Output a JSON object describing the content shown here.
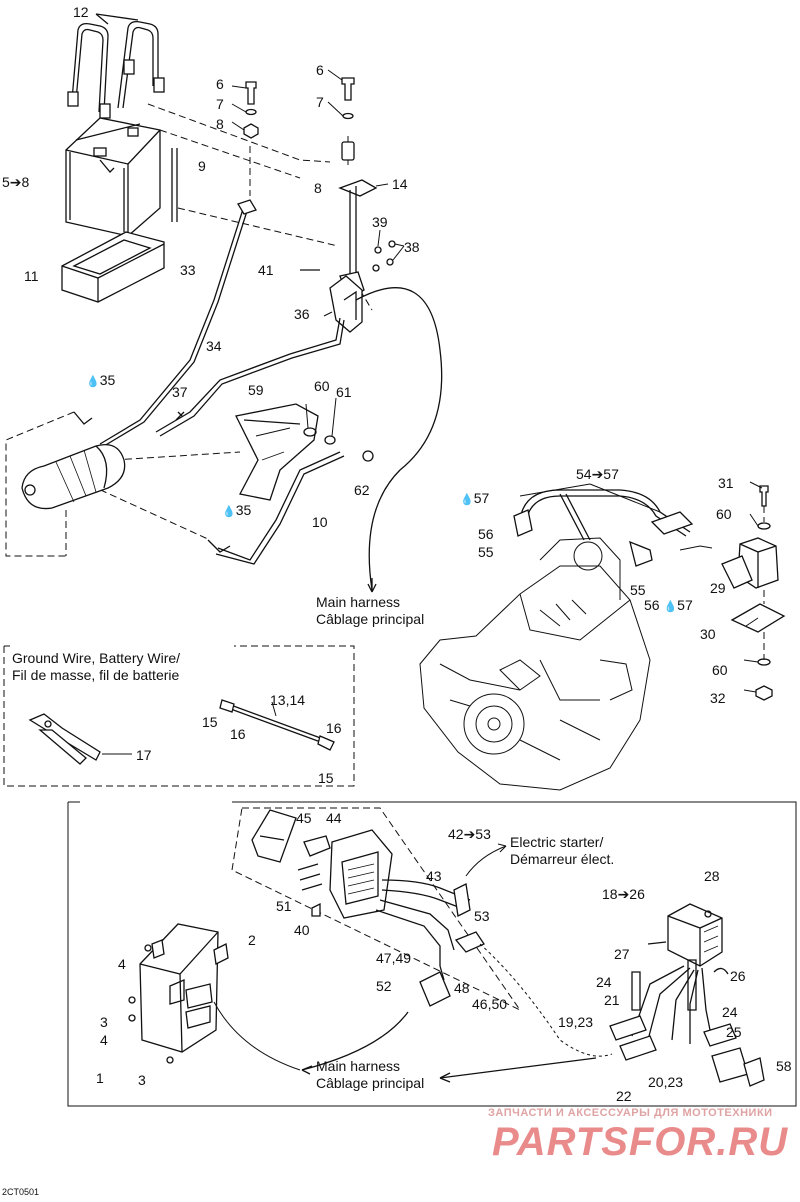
{
  "callouts": [
    {
      "id": "c12a",
      "text": "12"
    },
    {
      "id": "c6a",
      "text": "6"
    },
    {
      "id": "c7a",
      "text": "7"
    },
    {
      "id": "c8a",
      "text": "8"
    },
    {
      "id": "c6b",
      "text": "6"
    },
    {
      "id": "c7b",
      "text": "7"
    },
    {
      "id": "c5to8",
      "text": "5➔8"
    },
    {
      "id": "c9",
      "text": "9"
    },
    {
      "id": "c8b",
      "text": "8"
    },
    {
      "id": "c14",
      "text": "14"
    },
    {
      "id": "c39",
      "text": "39"
    },
    {
      "id": "c38",
      "text": "38"
    },
    {
      "id": "c11",
      "text": "11"
    },
    {
      "id": "c33",
      "text": "33"
    },
    {
      "id": "c41",
      "text": "41"
    },
    {
      "id": "c36",
      "text": "36"
    },
    {
      "id": "c34",
      "text": "34"
    },
    {
      "id": "c35a",
      "text": "35"
    },
    {
      "id": "c37",
      "text": "37"
    },
    {
      "id": "c59",
      "text": "59"
    },
    {
      "id": "c60a",
      "text": "60"
    },
    {
      "id": "c61",
      "text": "61"
    },
    {
      "id": "c62",
      "text": "62"
    },
    {
      "id": "c35b",
      "text": "35"
    },
    {
      "id": "c10",
      "text": "10"
    },
    {
      "id": "c54to57",
      "text": "54➔57"
    },
    {
      "id": "c57a",
      "text": "57"
    },
    {
      "id": "c31",
      "text": "31"
    },
    {
      "id": "c56a",
      "text": "56"
    },
    {
      "id": "c55a",
      "text": "55"
    },
    {
      "id": "c60b",
      "text": "60"
    },
    {
      "id": "c29",
      "text": "29"
    },
    {
      "id": "c55b",
      "text": "55"
    },
    {
      "id": "c56b",
      "text": "56"
    },
    {
      "id": "c57b",
      "text": "57"
    },
    {
      "id": "c30",
      "text": "30"
    },
    {
      "id": "c60c",
      "text": "60"
    },
    {
      "id": "c32",
      "text": "32"
    },
    {
      "id": "c13_14",
      "text": "13,14"
    },
    {
      "id": "c15a",
      "text": "15"
    },
    {
      "id": "c16a",
      "text": "16"
    },
    {
      "id": "c16b",
      "text": "16"
    },
    {
      "id": "c17",
      "text": "17"
    },
    {
      "id": "c15b",
      "text": "15"
    },
    {
      "id": "c45",
      "text": "45"
    },
    {
      "id": "c44",
      "text": "44"
    },
    {
      "id": "c42to53",
      "text": "42➔53"
    },
    {
      "id": "c43",
      "text": "43"
    },
    {
      "id": "c51",
      "text": "51"
    },
    {
      "id": "c53",
      "text": "53"
    },
    {
      "id": "c40",
      "text": "40"
    },
    {
      "id": "c28",
      "text": "28"
    },
    {
      "id": "c18to26",
      "text": "18➔26"
    },
    {
      "id": "c2",
      "text": "2"
    },
    {
      "id": "c4a",
      "text": "4"
    },
    {
      "id": "c47_49",
      "text": "47,49"
    },
    {
      "id": "c27",
      "text": "27"
    },
    {
      "id": "c52",
      "text": "52"
    },
    {
      "id": "c48",
      "text": "48"
    },
    {
      "id": "c26",
      "text": "26"
    },
    {
      "id": "c24a",
      "text": "24"
    },
    {
      "id": "c46_50",
      "text": "46,50"
    },
    {
      "id": "c21",
      "text": "21"
    },
    {
      "id": "c3a",
      "text": "3"
    },
    {
      "id": "c4b",
      "text": "4"
    },
    {
      "id": "c24b",
      "text": "24"
    },
    {
      "id": "c19_23",
      "text": "19,23"
    },
    {
      "id": "c25",
      "text": "25"
    },
    {
      "id": "c1",
      "text": "1"
    },
    {
      "id": "c58",
      "text": "58"
    },
    {
      "id": "c3b",
      "text": "3"
    },
    {
      "id": "c22",
      "text": "22"
    },
    {
      "id": "c20_23",
      "text": "20,23"
    }
  ],
  "captions": {
    "main_harness_top_en": "Main harness",
    "main_harness_top_fr": "Câblage principal",
    "ground_wire_en": "Ground Wire, Battery Wire/",
    "ground_wire_fr": "Fil de masse, fil de batterie",
    "electric_starter_en": "Electric starter/",
    "electric_starter_fr": "Démarreur élect.",
    "main_harness_bottom_en": "Main harness",
    "main_harness_bottom_fr": "Câblage principal"
  },
  "watermark": {
    "line1": "ЗАПЧАСТИ И АКСЕССУАРЫ ДЛЯ МОТОТЕХНИКИ",
    "line2": "PARTSFOR.RU"
  },
  "figure_code": "2CT0501",
  "colors": {
    "ink": "#111111",
    "watermark": "#e98b8b"
  },
  "icons": {
    "drop": "oil-drop-icon"
  }
}
